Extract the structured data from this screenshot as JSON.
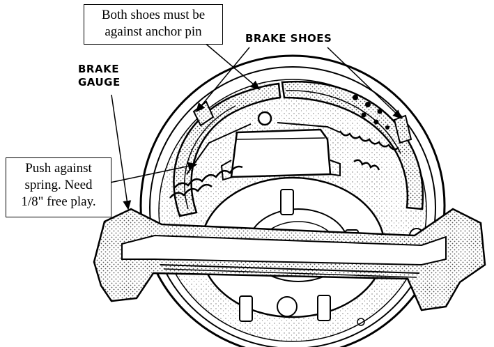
{
  "callouts": {
    "anchor_pin": {
      "line1": "Both shoes must be",
      "line2": "against anchor pin"
    },
    "spring": {
      "line1": "Push against",
      "line2": "spring.  Need",
      "line3": "1/8\" free play."
    }
  },
  "labels": {
    "brake_shoes": "BRAKE SHOES",
    "brake_gauge_line1": "BRAKE",
    "brake_gauge_line2": "GAUGE"
  }
}
